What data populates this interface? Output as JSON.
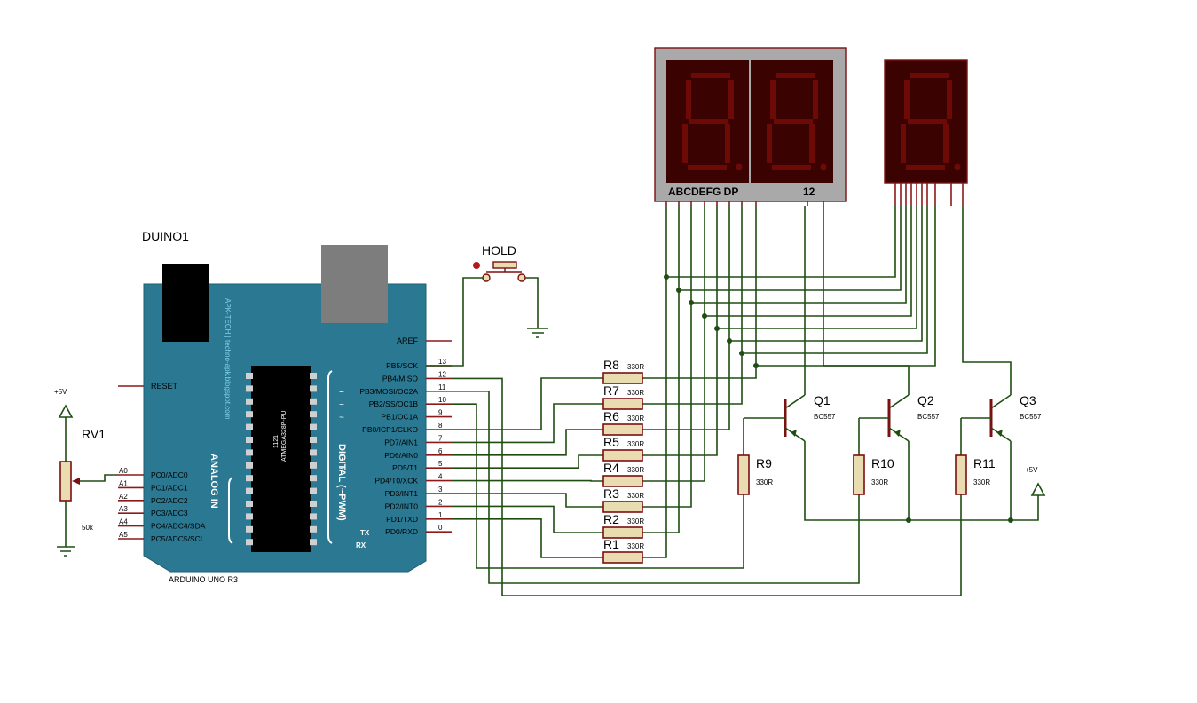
{
  "board": {
    "ref": "DUINO1",
    "name": "ARDUINO UNO R3",
    "chip_label": "ATMEGA328P-PU",
    "chip_sub": "1121",
    "brand": "APK-TECH | techno-apk.blogspot.com",
    "analog_title": "ANALOG IN",
    "digital_title": "DIGITAL (~PWM)",
    "aref": "AREF",
    "reset": "RESET",
    "tx": "TX",
    "rx": "RX",
    "left_pins": [
      {
        "num": "A0",
        "label": "PC0/ADC0"
      },
      {
        "num": "A1",
        "label": "PC1/ADC1"
      },
      {
        "num": "A2",
        "label": "PC2/ADC2"
      },
      {
        "num": "A3",
        "label": "PC3/ADC3"
      },
      {
        "num": "A4",
        "label": "PC4/ADC4/SDA"
      },
      {
        "num": "A5",
        "label": "PC5/ADC5/SCL"
      }
    ],
    "right_pins": [
      {
        "num": "13",
        "label": "PB5/SCK",
        "pwm": ""
      },
      {
        "num": "12",
        "label": "PB4/MISO",
        "pwm": ""
      },
      {
        "num": "11",
        "label": "PB3/MOSI/OC2A",
        "pwm": "~"
      },
      {
        "num": "10",
        "label": "PB2/SS/OC1B",
        "pwm": "~"
      },
      {
        "num": "9",
        "label": "PB1/OC1A",
        "pwm": "~"
      },
      {
        "num": "8",
        "label": "PB0/ICP1/CLKO",
        "pwm": ""
      },
      {
        "num": "7",
        "label": "PD7/AIN1",
        "pwm": ""
      },
      {
        "num": "6",
        "label": "PD6/AIN0",
        "pwm": "~"
      },
      {
        "num": "5",
        "label": "PD5/T1",
        "pwm": "~"
      },
      {
        "num": "4",
        "label": "PD4/T0/XCK",
        "pwm": ""
      },
      {
        "num": "3",
        "label": "PD3/INT1",
        "pwm": "~"
      },
      {
        "num": "2",
        "label": "PD2/INT0",
        "pwm": ""
      },
      {
        "num": "1",
        "label": "PD1/TXD",
        "pwm": ""
      },
      {
        "num": "0",
        "label": "PD0/RXD",
        "pwm": ""
      }
    ]
  },
  "pot": {
    "ref": "RV1",
    "value": "50k",
    "supply": "+5V"
  },
  "button": {
    "ref": "HOLD"
  },
  "resistors": [
    {
      "ref": "R8",
      "value": "330R"
    },
    {
      "ref": "R7",
      "value": "330R"
    },
    {
      "ref": "R6",
      "value": "330R"
    },
    {
      "ref": "R5",
      "value": "330R"
    },
    {
      "ref": "R4",
      "value": "330R"
    },
    {
      "ref": "R3",
      "value": "330R"
    },
    {
      "ref": "R2",
      "value": "330R"
    },
    {
      "ref": "R1",
      "value": "330R"
    }
  ],
  "base_resistors": [
    {
      "ref": "R9",
      "value": "330R"
    },
    {
      "ref": "R10",
      "value": "330R"
    },
    {
      "ref": "R11",
      "value": "330R"
    }
  ],
  "transistors": [
    {
      "ref": "Q1",
      "type": "BC557"
    },
    {
      "ref": "Q2",
      "type": "BC557"
    },
    {
      "ref": "Q3",
      "type": "BC557"
    }
  ],
  "supply_right": "+5V",
  "display": {
    "pin_label": "ABCDEFG  DP",
    "digit_label": "12"
  }
}
